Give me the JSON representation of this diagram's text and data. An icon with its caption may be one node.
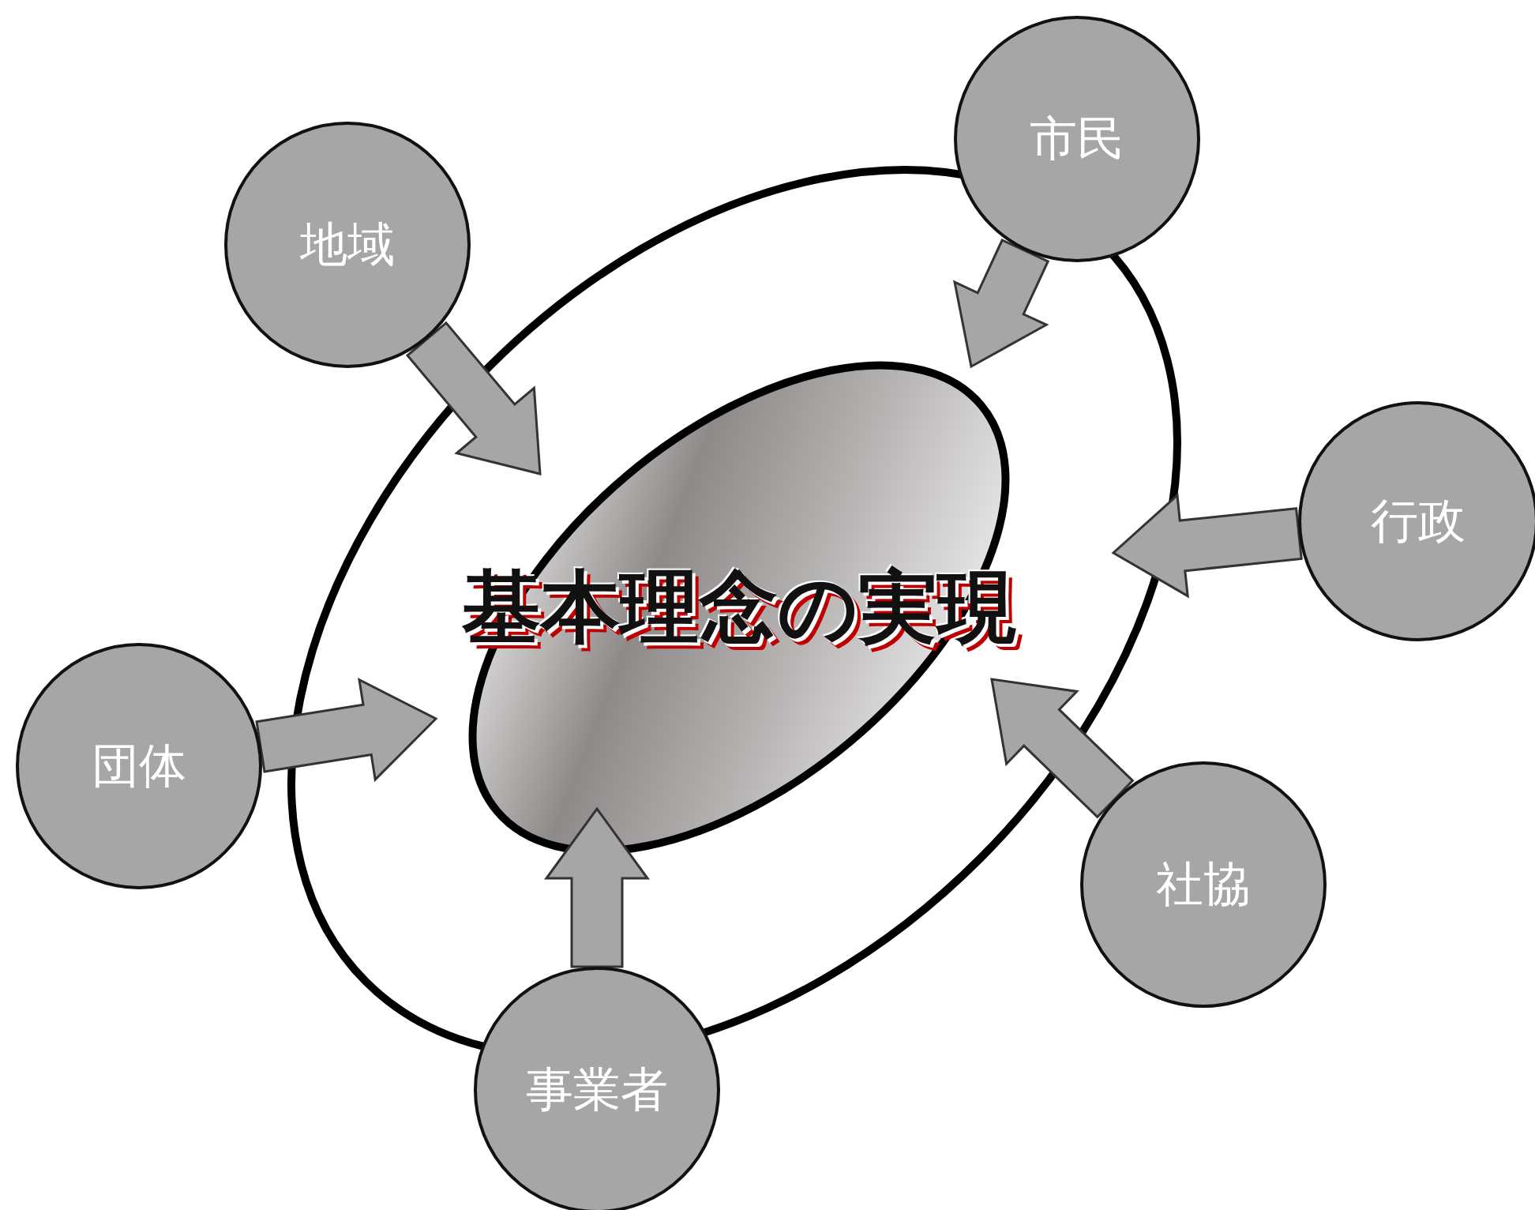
{
  "diagram": {
    "nodes": [
      {
        "text": [],
        "shape": "ellipse"
      },
      {
        "text": [
          "基本理念の実現"
        ],
        "in": 0
      },
      {
        "text": [
          "市民"
        ]
      },
      {
        "text": [
          "地域"
        ]
      },
      {
        "text": [
          "行政"
        ]
      },
      {
        "text": [
          "団体"
        ]
      },
      {
        "text": [
          "社協"
        ]
      },
      {
        "text": [
          "事業者"
        ]
      }
    ],
    "edges": [
      {
        "from": 2,
        "to": 1,
        "arrow": "to"
      },
      {
        "from": 3,
        "to": 1,
        "arrow": "to"
      },
      {
        "from": 4,
        "to": 1,
        "arrow": "to"
      },
      {
        "from": 5,
        "to": 1,
        "arrow": "to"
      },
      {
        "from": 6,
        "to": 1,
        "arrow": "to"
      },
      {
        "from": 7,
        "to": 1,
        "arrow": "to"
      }
    ]
  }
}
